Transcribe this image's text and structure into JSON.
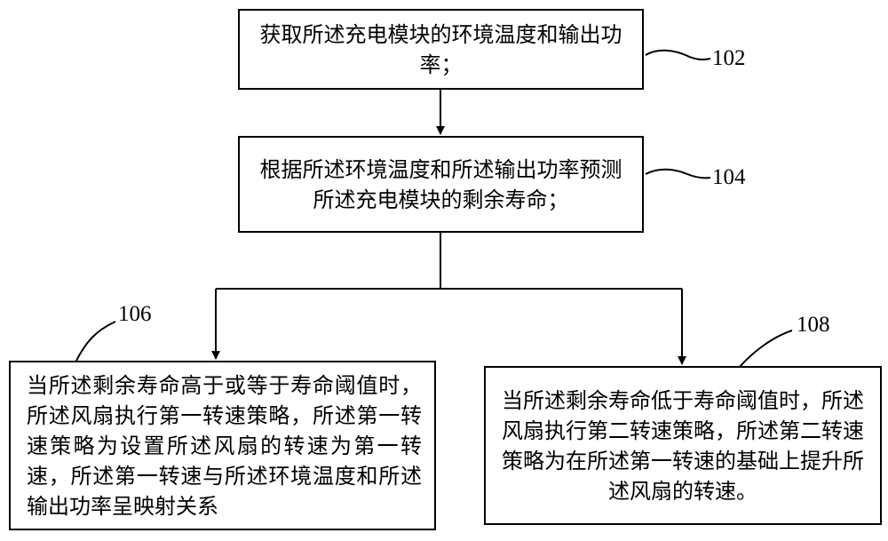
{
  "steps": [
    {
      "id": "102",
      "label": "102",
      "text": "获取所述充电模块的环境温度和输出功率；"
    },
    {
      "id": "104",
      "label": "104",
      "text": "根据所述环境温度和所述输出功率预测所述充电模块的剩余寿命；"
    },
    {
      "id": "106",
      "label": "106",
      "text": "当所述剩余寿命高于或等于寿命阈值时，所述风扇执行第一转速策略，所述第一转速策略为设置所述风扇的转速为第一转速，所述第一转速与所述环境温度和所述输出功率呈映射关系"
    },
    {
      "id": "108",
      "label": "108",
      "text": "当所述剩余寿命低于寿命阈值时，所述风扇执行第二转速策略，所述第二转速策略为在所述第一转速的基础上提升所述风扇的转速。"
    }
  ],
  "colors": {
    "stroke": "#000000",
    "background": "#ffffff"
  }
}
